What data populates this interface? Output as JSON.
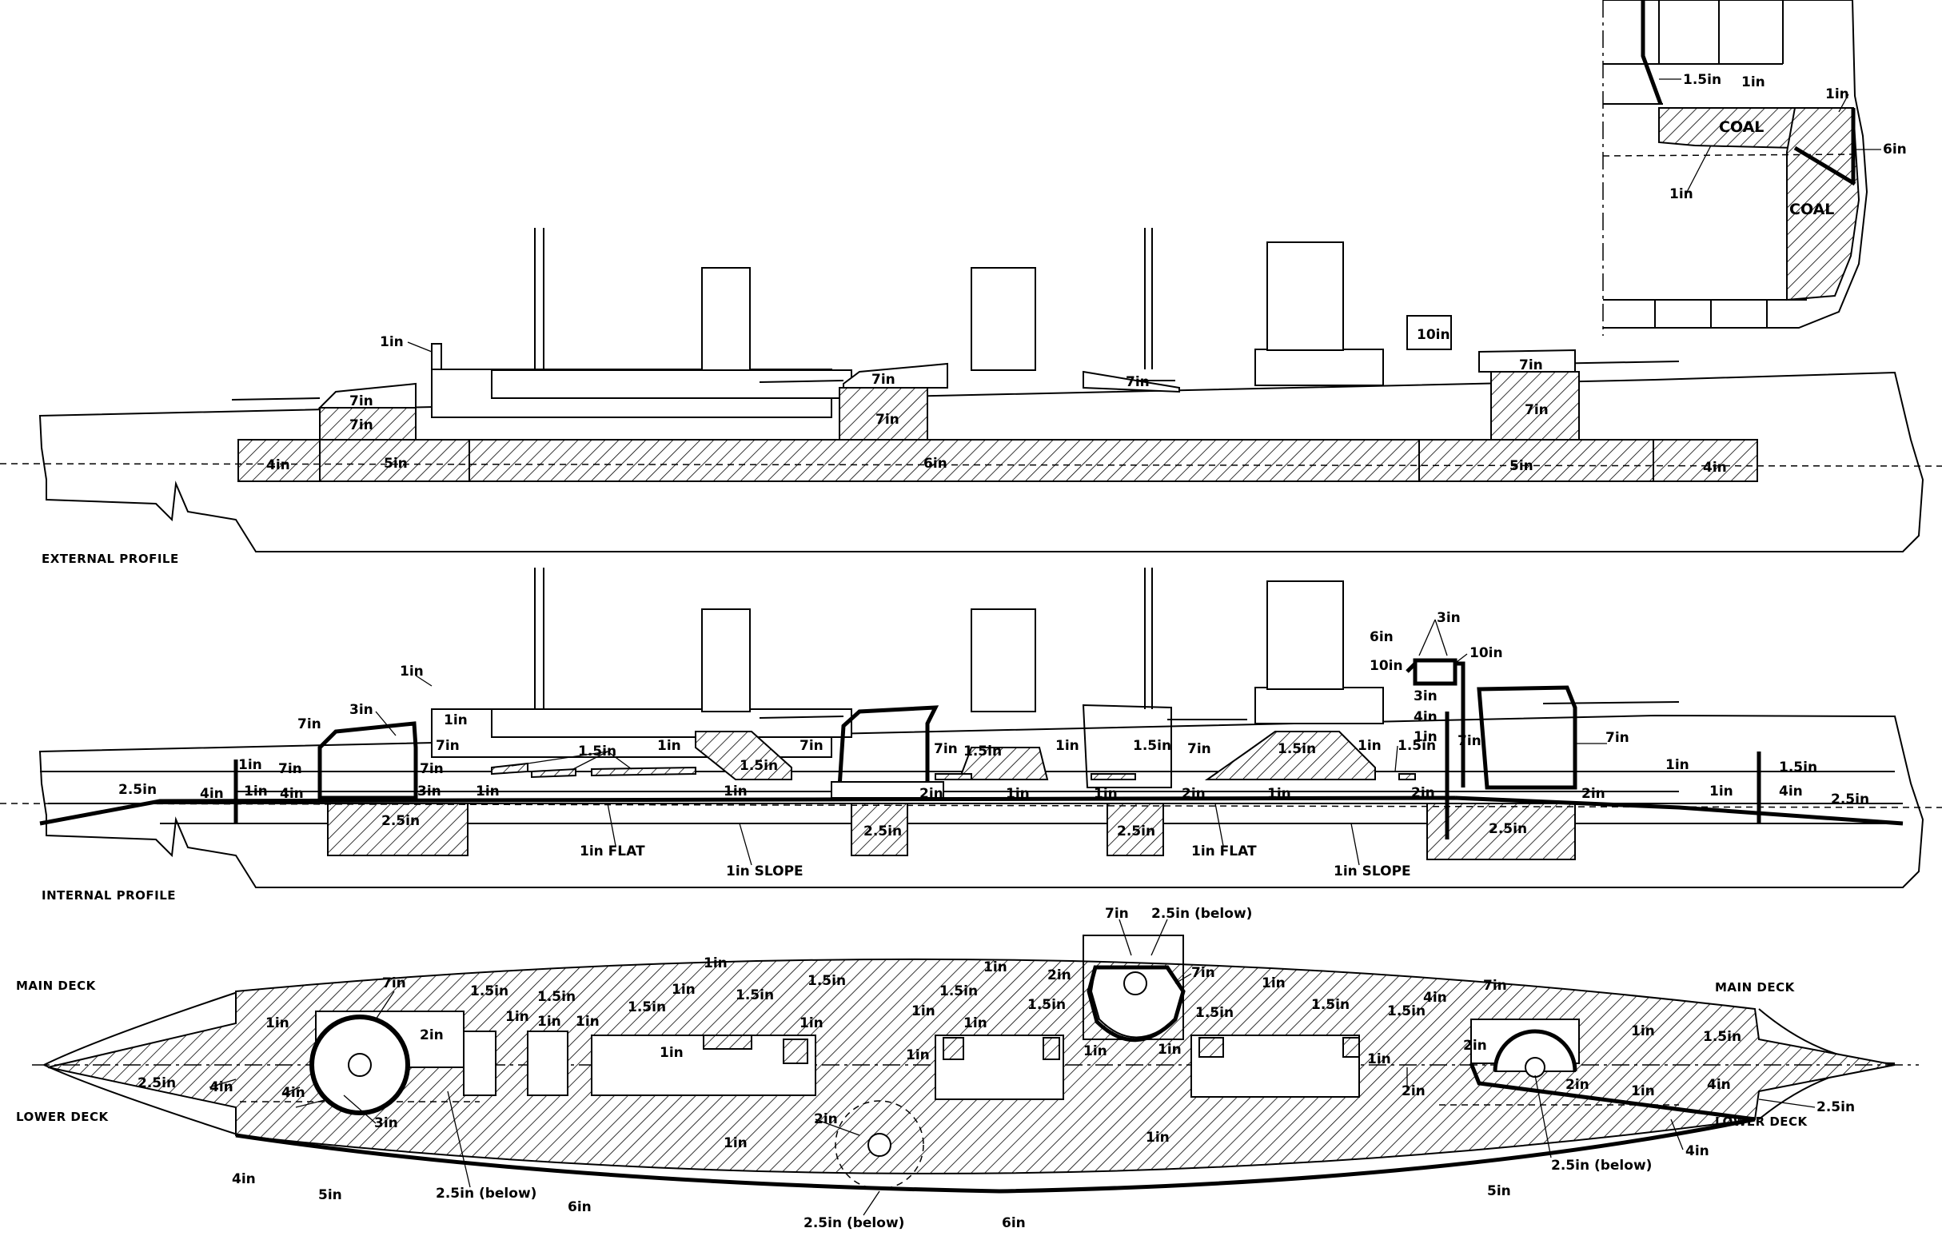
{
  "views": {
    "external_profile_caption": "EXTERNAL PROFILE",
    "internal_profile_caption": "INTERNAL PROFILE",
    "main_deck_left": "MAIN DECK",
    "main_deck_right": "MAIN DECK",
    "lower_deck_left": "LOWER DECK",
    "lower_deck_right": "LOWER DECK"
  },
  "section": {
    "coal_upper": "COAL",
    "coal_lower": "COAL"
  },
  "labels": {
    "t1_5in": "1.5in",
    "t1in": "1in",
    "t2in": "2in",
    "t2_5in": "2.5in",
    "t3in": "3in",
    "t4in": "4in",
    "t5in": "5in",
    "t6in": "6in",
    "t7in": "7in",
    "t10in": "10in",
    "flat_1in": "1in FLAT",
    "slope_1in": "1in SLOPE",
    "below_2_5in": "2.5in (below)"
  }
}
